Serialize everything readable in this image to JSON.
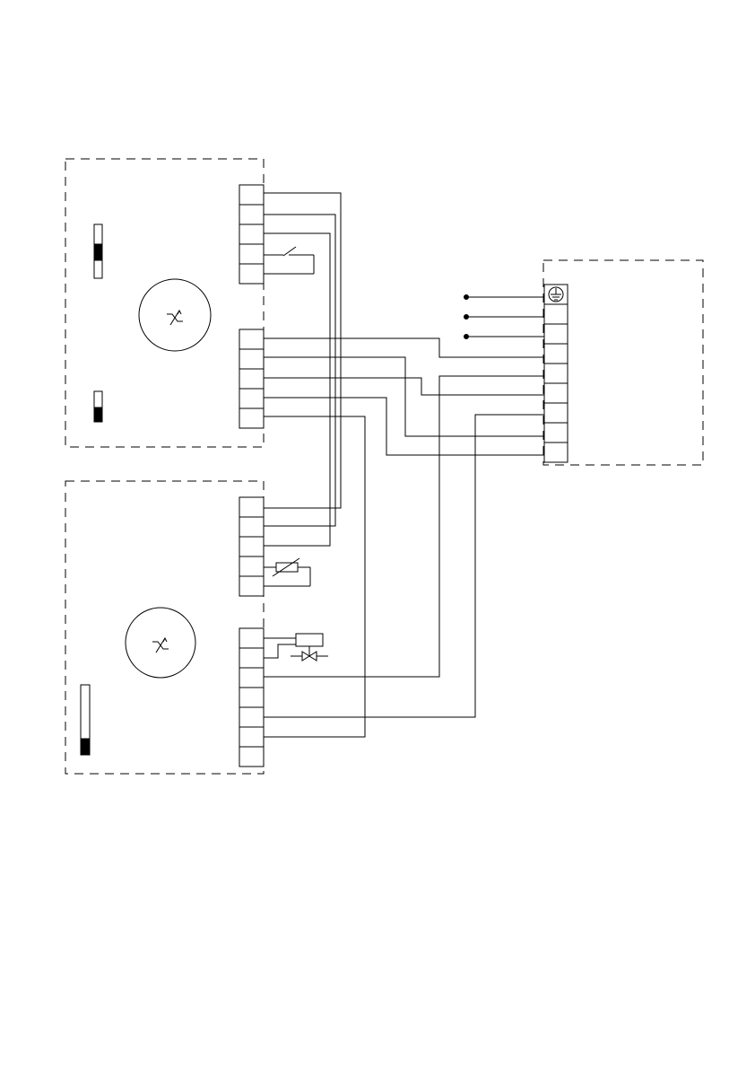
{
  "diagram": {
    "kind": "wiring-schematic",
    "units": [
      {
        "id": "unit-a",
        "terminal_blocks": [
          5,
          5
        ],
        "motor_symbols": 1,
        "sliders": [
          {
            "level": 0.35
          },
          {
            "level": 0.45
          }
        ]
      },
      {
        "id": "unit-b",
        "terminal_blocks": [
          5,
          7
        ],
        "motor_symbols": 1,
        "sliders": [
          {
            "level": 0.25
          }
        ]
      },
      {
        "id": "main-terminal",
        "terminals": 9,
        "has_ground_terminal": true,
        "incoming_supply_dots": 3
      }
    ],
    "symbols": [
      "switch-icon",
      "thermistor-icon",
      "coil-icon",
      "valve-icon",
      "ground-icon",
      "motor-icon"
    ],
    "colors": {
      "line": "#000000",
      "background": "#ffffff"
    }
  }
}
